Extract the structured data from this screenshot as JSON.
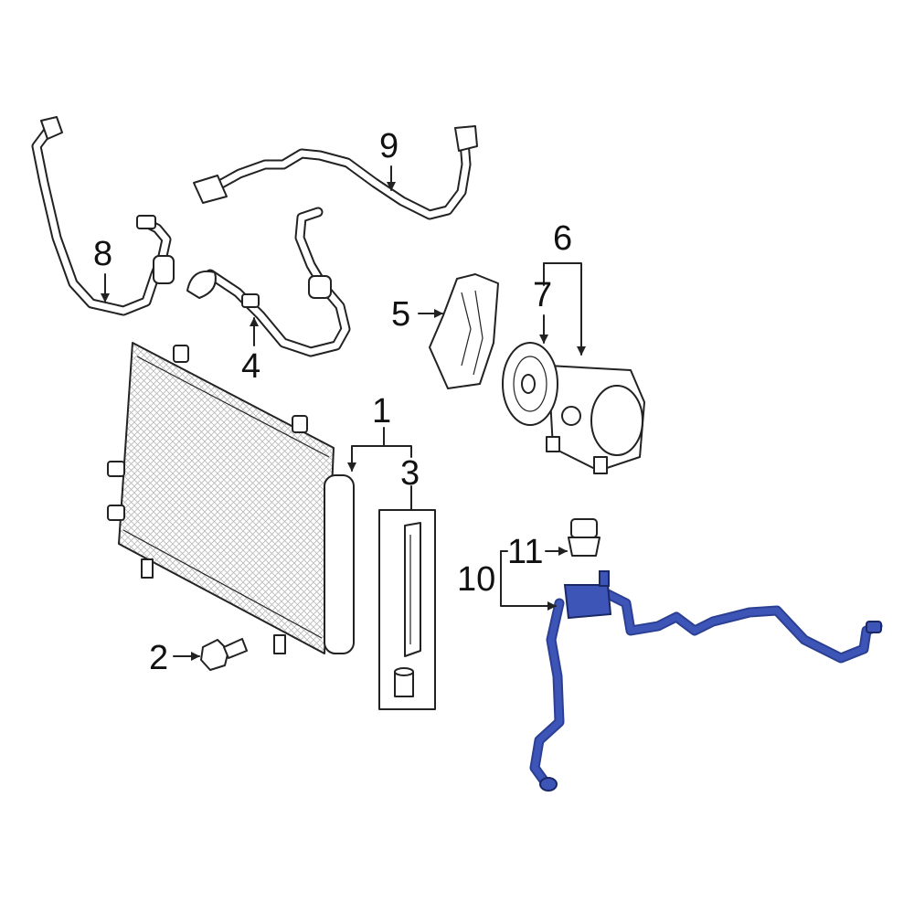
{
  "colors": {
    "line": "#222222",
    "highlight": "#2b3f93",
    "highlight_fill": "#3e55b8",
    "background": "#ffffff"
  },
  "callouts": {
    "c1": "1",
    "c2": "2",
    "c3": "3",
    "c4": "4",
    "c5": "5",
    "c6": "6",
    "c7": "7",
    "c8": "8",
    "c9": "9",
    "c10": "10",
    "c11": "11"
  },
  "parts": [
    {
      "number": "1",
      "depicts": "condenser"
    },
    {
      "number": "2",
      "depicts": "bolt"
    },
    {
      "number": "3",
      "depicts": "filter element and plug"
    },
    {
      "number": "4",
      "depicts": "hose"
    },
    {
      "number": "5",
      "depicts": "bracket"
    },
    {
      "number": "6",
      "depicts": "compressor"
    },
    {
      "number": "7",
      "depicts": "clutch"
    },
    {
      "number": "8",
      "depicts": "hose"
    },
    {
      "number": "9",
      "depicts": "hose"
    },
    {
      "number": "10",
      "depicts": "tube assembly",
      "highlighted": true
    },
    {
      "number": "11",
      "depicts": "pressure switch"
    }
  ]
}
